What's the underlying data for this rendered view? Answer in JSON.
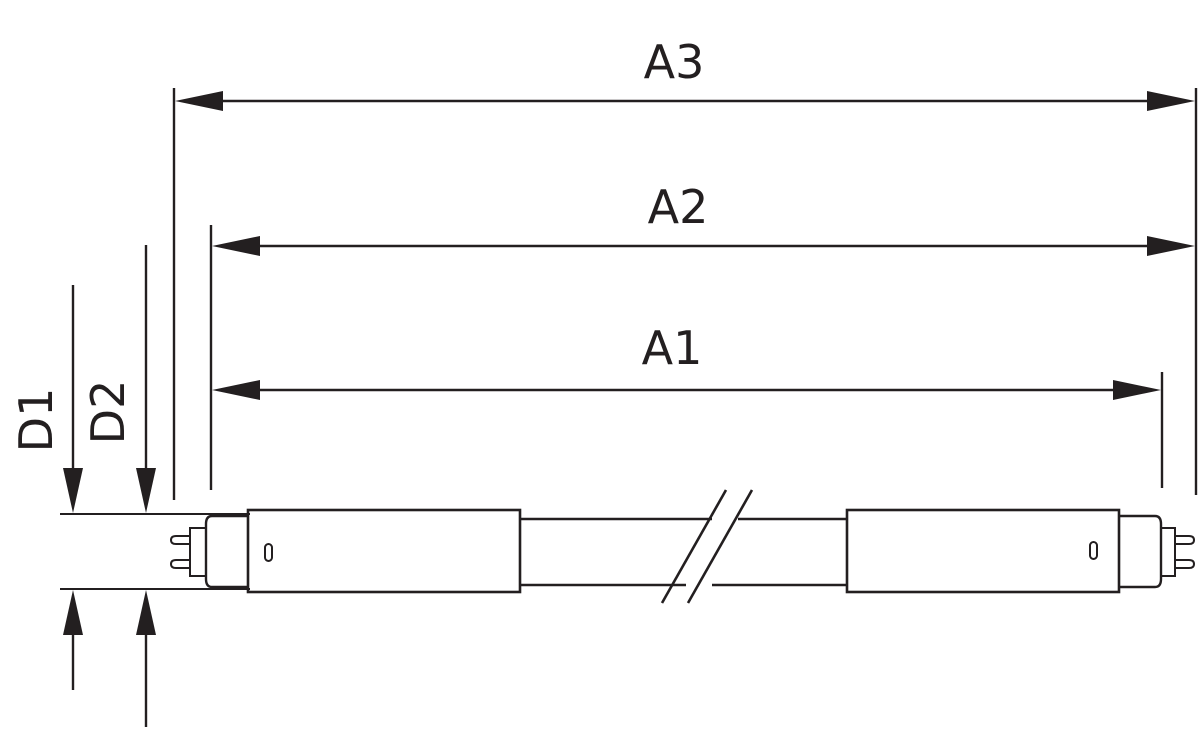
{
  "dimensions": {
    "a3": "A3",
    "a2": "A2",
    "a1": "A1",
    "d1": "D1",
    "d2": "D2"
  },
  "colors": {
    "line": "#231f20",
    "background": "#ffffff"
  }
}
